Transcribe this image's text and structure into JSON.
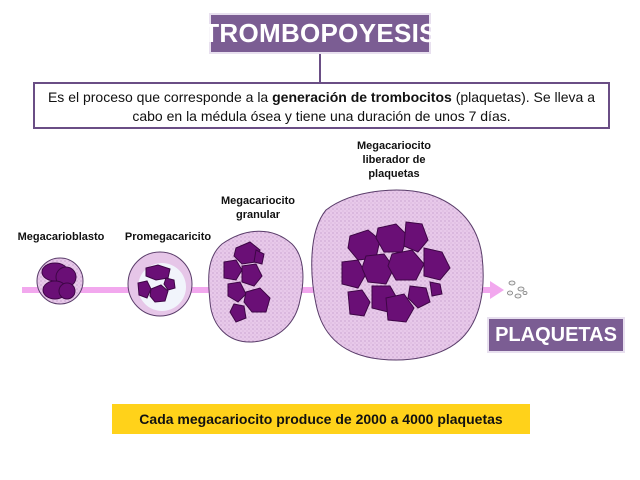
{
  "title": "TROMBOPOYESIS",
  "description": {
    "part1": "Es el proceso que corresponde a la ",
    "bold": "generación de trombocitos",
    "part2": " (plaquetas). Se lleva a cabo en la médula ósea y tiene una duración de unos 7 días."
  },
  "stages": [
    {
      "label": "Megacarioblasto"
    },
    {
      "label": "Promegacaricito"
    },
    {
      "label_line1": "Megacariocito",
      "label_line2": "granular"
    },
    {
      "label_line1": "Megacariocito",
      "label_line2": "liberador de",
      "label_line3": "plaquetas"
    }
  ],
  "result_label": "PLAQUETAS",
  "footer_note": "Cada megacariocito produce de 2000 a 4000 plaquetas",
  "colors": {
    "title_bg": "#7b5d93",
    "arrow": "#f2a8ee",
    "cell_fill": "#e8c9ea",
    "nucleus": "#6a0f76",
    "note_bg": "#ffd21a"
  }
}
